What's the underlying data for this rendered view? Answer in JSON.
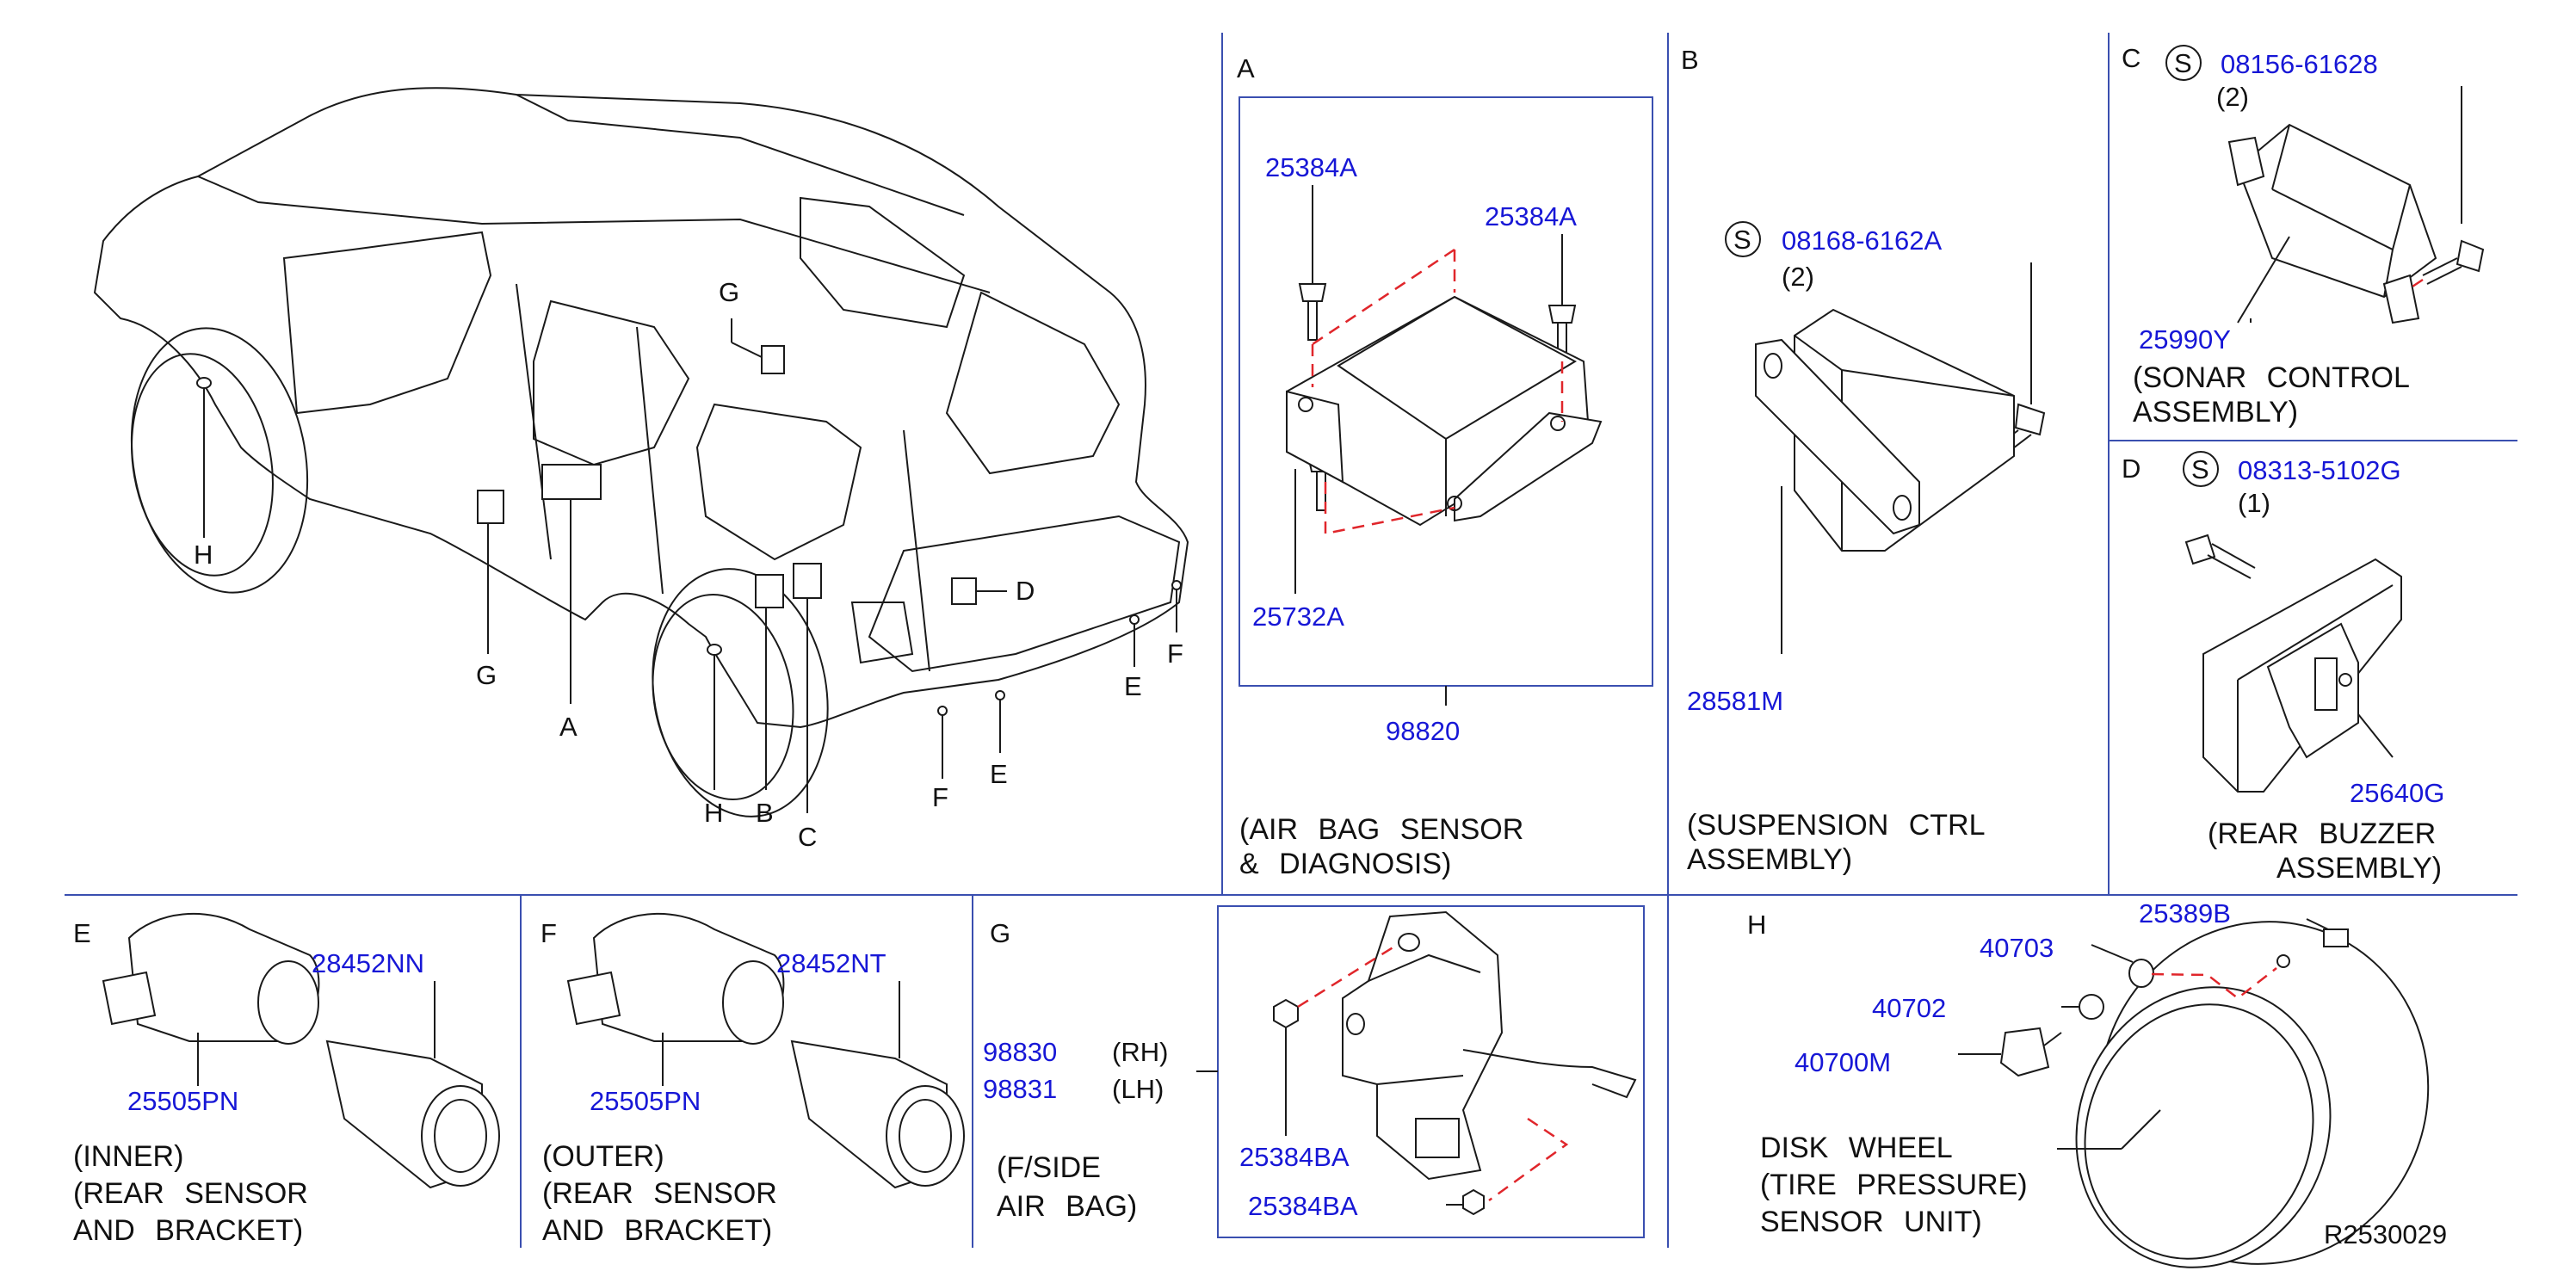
{
  "diagram_ref": "R2530029",
  "colors": {
    "part_number": "#1717d6",
    "border": "#3a4fb0",
    "phantom_line": "#e0262b"
  },
  "car_callouts": [
    "G",
    "H",
    "G",
    "A",
    "D",
    "H",
    "B",
    "C",
    "F",
    "E",
    "E",
    "F"
  ],
  "section_a": {
    "letter": "A",
    "parts": [
      "25384A",
      "25384A",
      "25732A"
    ],
    "assembly_pn": "98820",
    "caption_1": "(AIR BAG SENSOR",
    "caption_2": "& DIAGNOSIS)"
  },
  "section_b": {
    "letter": "B",
    "s_symbol": "S",
    "bolt_pn": "08168-6162A",
    "bolt_qty": "(2)",
    "assembly_pn": "28581M",
    "caption_1": "(SUSPENSION CTRL",
    "caption_2": "ASSEMBLY)"
  },
  "section_c": {
    "letter": "C",
    "s_symbol": "S",
    "bolt_pn": "08156-61628",
    "bolt_qty": "(2)",
    "assembly_pn": "25990Y",
    "caption_1": "(SONAR CONTROL",
    "caption_2": "ASSEMBLY)"
  },
  "section_d": {
    "letter": "D",
    "s_symbol": "S",
    "bolt_pn": "08313-5102G",
    "bolt_qty": "(1)",
    "assembly_pn": "25640G",
    "caption_1": "(REAR BUZZER",
    "caption_2": "ASSEMBLY)"
  },
  "section_e": {
    "letter": "E",
    "bracket_pn": "28452NN",
    "sensor_pn": "25505PN",
    "caption_1": "(INNER)",
    "caption_2": "(REAR SENSOR",
    "caption_3": "AND BRACKET)"
  },
  "section_f": {
    "letter": "F",
    "bracket_pn": "28452NT",
    "sensor_pn": "25505PN",
    "caption_1": "(OUTER)",
    "caption_2": "(REAR SENSOR",
    "caption_3": "AND BRACKET)"
  },
  "section_g": {
    "letter": "G",
    "rh_pn": "98830",
    "rh_label": "(RH)",
    "lh_pn": "98831",
    "lh_label": "(LH)",
    "nut_pn_1": "25384BA",
    "nut_pn_2": "25384BA",
    "caption_1": "(F/SIDE",
    "caption_2": "AIR BAG)"
  },
  "section_h": {
    "letter": "H",
    "parts": [
      "25389B",
      "40703",
      "40702",
      "40700M"
    ],
    "caption_1": "DISK WHEEL",
    "caption_2": "(TIRE PRESSURE)",
    "caption_3": "SENSOR UNIT)"
  }
}
